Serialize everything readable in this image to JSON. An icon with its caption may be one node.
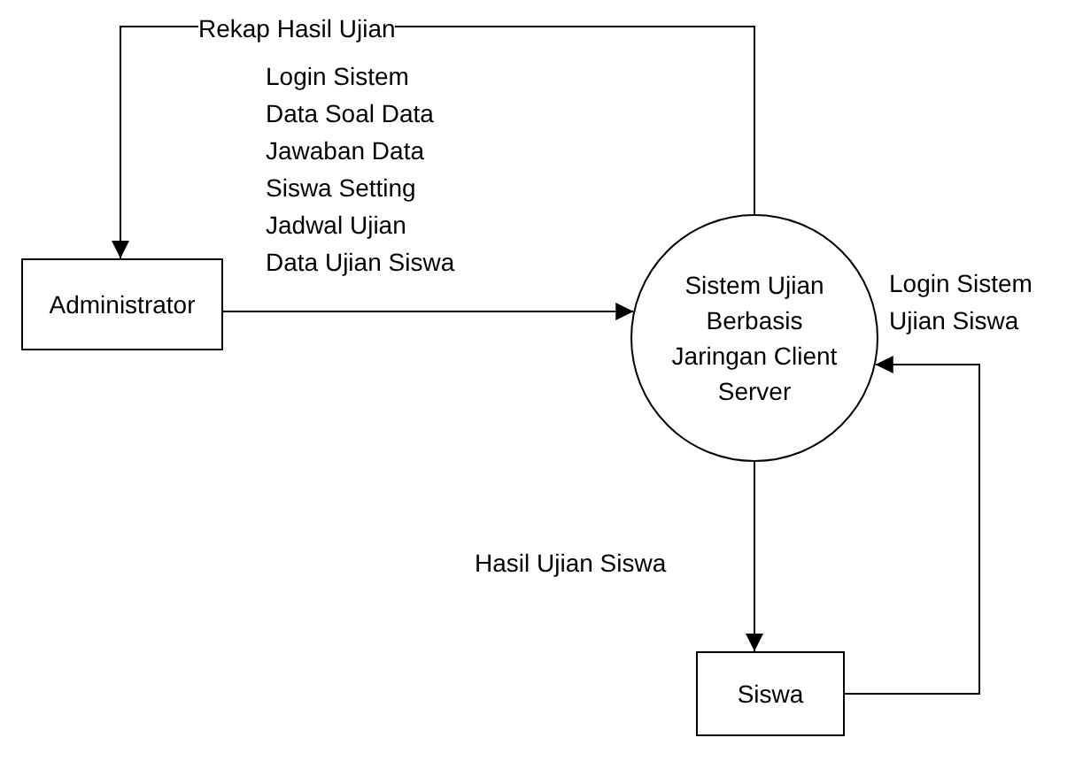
{
  "diagram": {
    "nodes": [
      {
        "text": [
          "Administrator"
        ]
      },
      {
        "text": [
          "Sistem Ujian Berbasis Jaringan Client Server"
        ]
      },
      {
        "text": [
          "Siswa"
        ]
      }
    ],
    "edges": [
      {
        "from": 1,
        "to": 0,
        "arrow": "to",
        "label": "Rekap Hasil Ujian"
      },
      {
        "from": 0,
        "to": 1,
        "arrow": "to",
        "label": "Login Sistem Data Soal Data Jawaban Data Siswa Setting Jadwal Ujian Data Ujian Siswa"
      },
      {
        "from": 1,
        "to": 2,
        "arrow": "to",
        "label": "Hasil Ujian Siswa"
      },
      {
        "from": 2,
        "to": 1,
        "arrow": "to",
        "label": "Login Sistem Ujian Siswa"
      }
    ]
  }
}
